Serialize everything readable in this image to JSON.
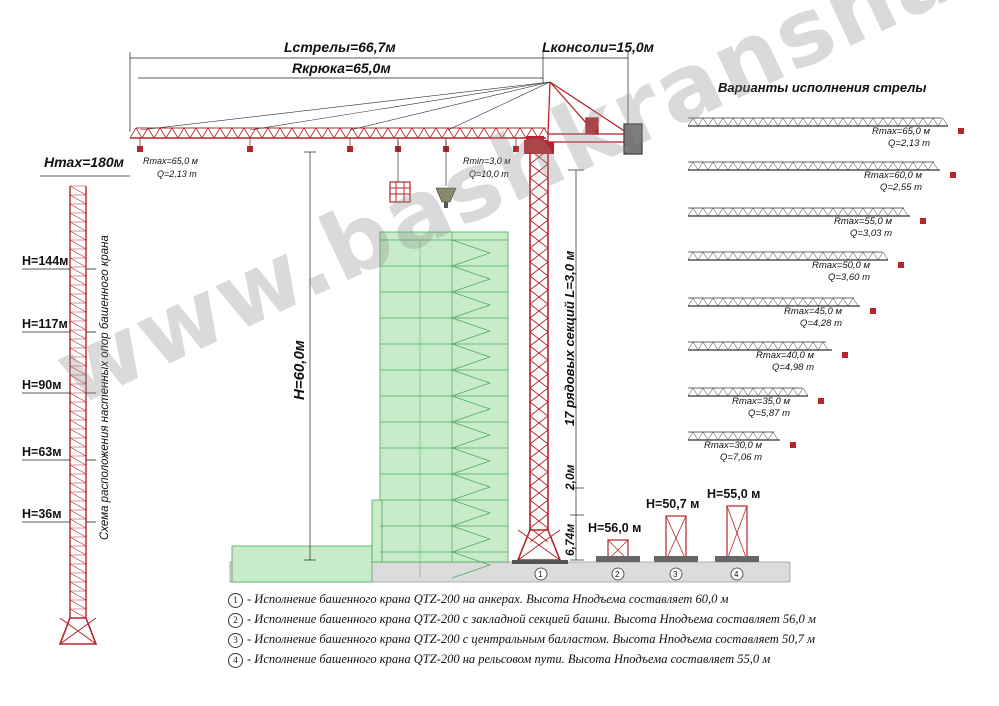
{
  "colors": {
    "crane_red": "#b5252b",
    "building_green": "#c8ecc9",
    "building_line": "#4aa75a",
    "dim_line": "#222222",
    "ground": "#d9d9d9"
  },
  "boom": {
    "jib_length": "Lстрелы=66,7м",
    "counter_jib_length": "Lконсоли=15,0м",
    "hook_reach": "Rкрюка=65,0м"
  },
  "labels": {
    "rmax_tip": "Rmax=65,0 м",
    "q_tip": "Q=2,13 т",
    "rmin": "Rmin=3,0 м",
    "q_min": "Q=10,0 т",
    "height_main": "H=60,0м",
    "sections": "17 рядовых секций L=3,0 м",
    "dim_2m": "2,0м",
    "dim_674": "6,74м"
  },
  "left_tower": {
    "hmax": "Hmax=180м",
    "heights": [
      "H=144м",
      "H=117м",
      "H=90м",
      "H=63м",
      "H=36м"
    ],
    "caption": "Схема расположения настенных опор башенного крана"
  },
  "variants": {
    "title": "Варианты исполнения стрелы",
    "items": [
      {
        "r": "Rmax=65,0 м",
        "q": "Q=2,13 т"
      },
      {
        "r": "Rmax=60,0 м",
        "q": "Q=2,55 т"
      },
      {
        "r": "Rmax=55,0 м",
        "q": "Q=3,03 т"
      },
      {
        "r": "Rmax=50,0 м",
        "q": "Q=3,60 т"
      },
      {
        "r": "Rmax=45,0 м",
        "q": "Q=4,28 т"
      },
      {
        "r": "Rmax=40,0 м",
        "q": "Q=4,98 т"
      },
      {
        "r": "Rmax=35,0 м",
        "q": "Q=5,87 т"
      },
      {
        "r": "Rmax=30,0 м",
        "q": "Q=7,06 т"
      }
    ]
  },
  "bases": [
    {
      "num": "1",
      "h": ""
    },
    {
      "num": "2",
      "h": "H=56,0 м"
    },
    {
      "num": "3",
      "h": "H=50,7 м"
    },
    {
      "num": "4",
      "h": "H=55,0 м"
    }
  ],
  "legend": [
    {
      "num": "1",
      "text": "- Исполнение башенного крана QTZ-200 на анкерах. Высота Hподъема составляет 60,0 м"
    },
    {
      "num": "2",
      "text": "- Исполнение башенного крана QTZ-200 с закладной секцией башни. Высота Hподъема составляет  56,0 м"
    },
    {
      "num": "3",
      "text": "- Исполнение башенного крана QTZ-200 с центральным балластом.  Высота Hподъема составляет  50,7 м"
    },
    {
      "num": "4",
      "text": "- Исполнение башенного крана QTZ-200 на рельсовом пути.  Высота Hподъема составляет  55,0 м"
    }
  ],
  "watermark": "www.bashkransnab.ru"
}
